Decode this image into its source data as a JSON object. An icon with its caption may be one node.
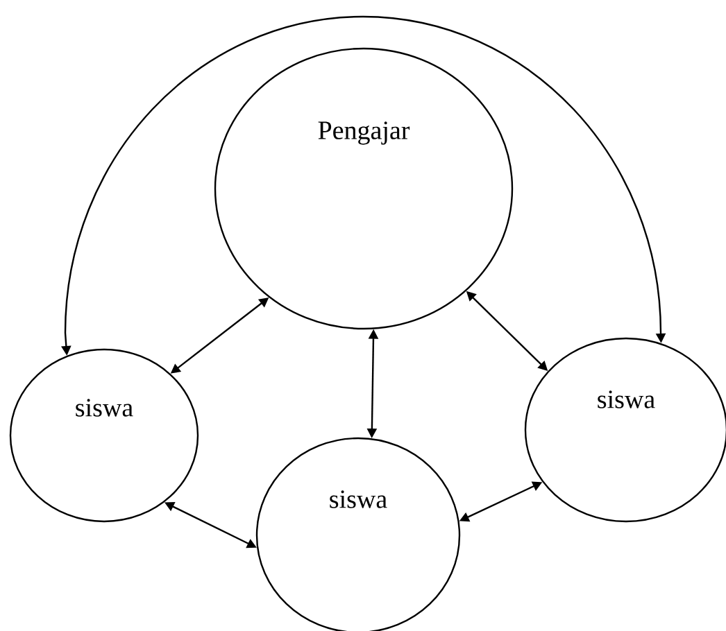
{
  "diagram": {
    "nodes": [
      {
        "text": [
          "Pengajar"
        ]
      },
      {
        "text": [
          "siswa"
        ]
      },
      {
        "text": [
          "siswa"
        ]
      },
      {
        "text": [
          "siswa"
        ]
      }
    ],
    "edges": [
      {
        "from": 0,
        "to": 1,
        "arrow": "both"
      },
      {
        "from": 0,
        "to": 2,
        "arrow": "both"
      },
      {
        "from": 0,
        "to": 3,
        "arrow": "both"
      },
      {
        "from": 1,
        "to": 2,
        "arrow": "both"
      },
      {
        "from": 2,
        "to": 3,
        "arrow": "both"
      },
      {
        "from": 1,
        "to": 3,
        "arrow": "both"
      }
    ]
  }
}
